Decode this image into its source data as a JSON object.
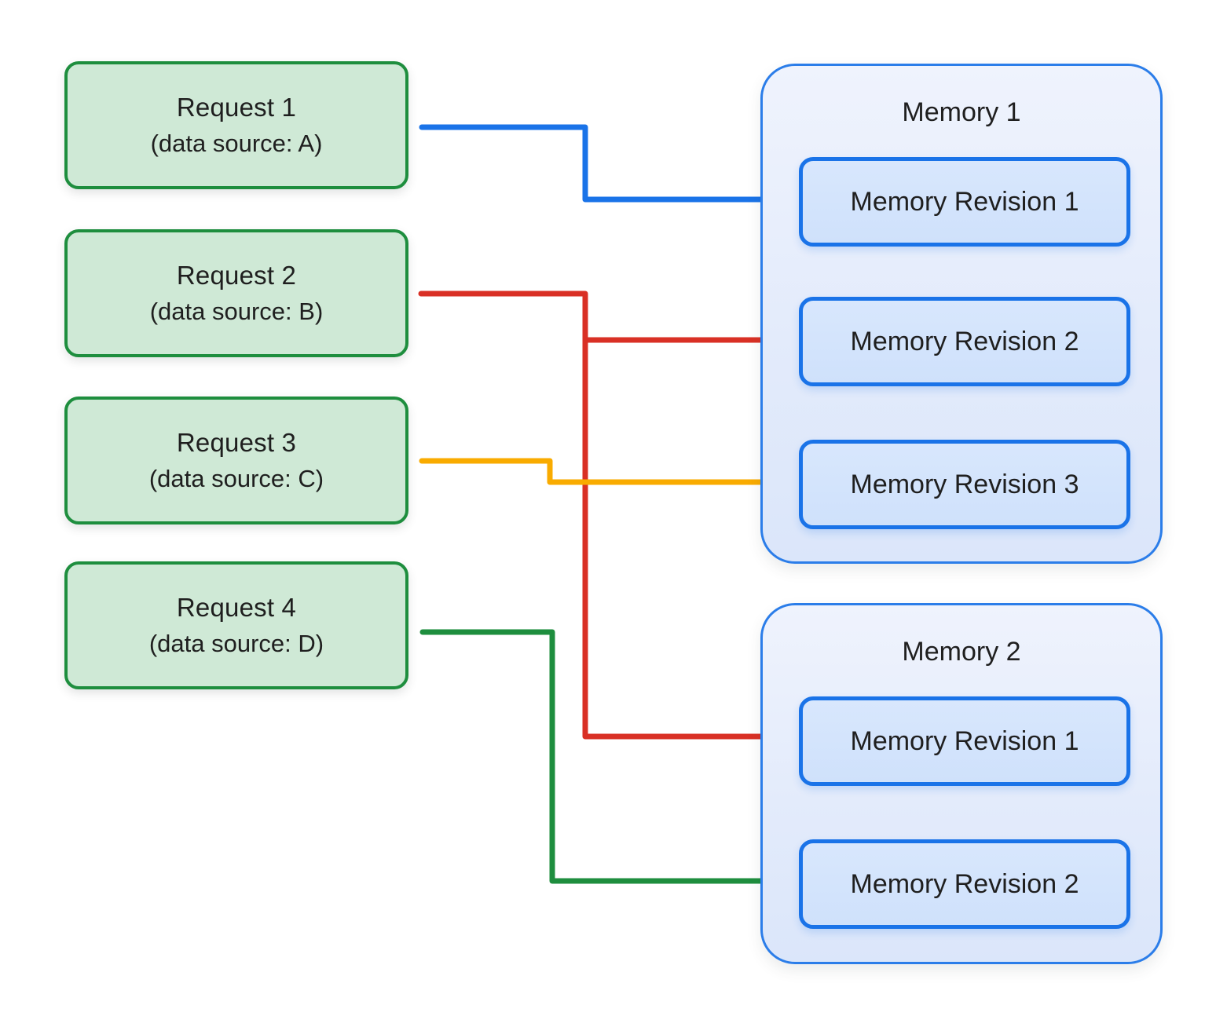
{
  "requests": [
    {
      "title": "Request 1",
      "subtitle": "(data source: A)"
    },
    {
      "title": "Request 2",
      "subtitle": "(data source: B)"
    },
    {
      "title": "Request 3",
      "subtitle": "(data source: C)"
    },
    {
      "title": "Request 4",
      "subtitle": "(data source: D)"
    }
  ],
  "memories": [
    {
      "title": "Memory 1",
      "revisions": [
        {
          "label": "Memory Revision 1"
        },
        {
          "label": "Memory Revision 2"
        },
        {
          "label": "Memory Revision 3"
        }
      ]
    },
    {
      "title": "Memory 2",
      "revisions": [
        {
          "label": "Memory Revision 1"
        },
        {
          "label": "Memory Revision 2"
        }
      ]
    }
  ],
  "connections": [
    {
      "from": "Request 1 (data source: A)",
      "to": "Memory 1 / Memory Revision 1",
      "color": "#1a73e8"
    },
    {
      "from": "Request 2 (data source: B)",
      "to": "Memory 1 / Memory Revision 2",
      "color": "#d93025"
    },
    {
      "from": "Request 2 (data source: B)",
      "to": "Memory 2 / Memory Revision 1",
      "color": "#d93025"
    },
    {
      "from": "Request 3 (data source: C)",
      "to": "Memory 1 / Memory Revision 3",
      "color": "#f9ab00"
    },
    {
      "from": "Request 4 (data source: D)",
      "to": "Memory 2 / Memory Revision 2",
      "color": "#1e8e3e"
    }
  ],
  "colors": {
    "arrow_blue": "#1a73e8",
    "arrow_red": "#d93025",
    "arrow_yellow": "#f9ab00",
    "arrow_green": "#1e8e3e",
    "arrow_gray": "#9aa0a6",
    "request_fill": "#cfe9d6",
    "request_border": "#1e8e3e",
    "memory_fill": "#e8f0fe",
    "memory_border": "#2b7de9",
    "revision_fill": "#d2e3fc",
    "revision_border": "#1a73e8",
    "background": "#ffffff",
    "text": "#1f1f1f"
  }
}
